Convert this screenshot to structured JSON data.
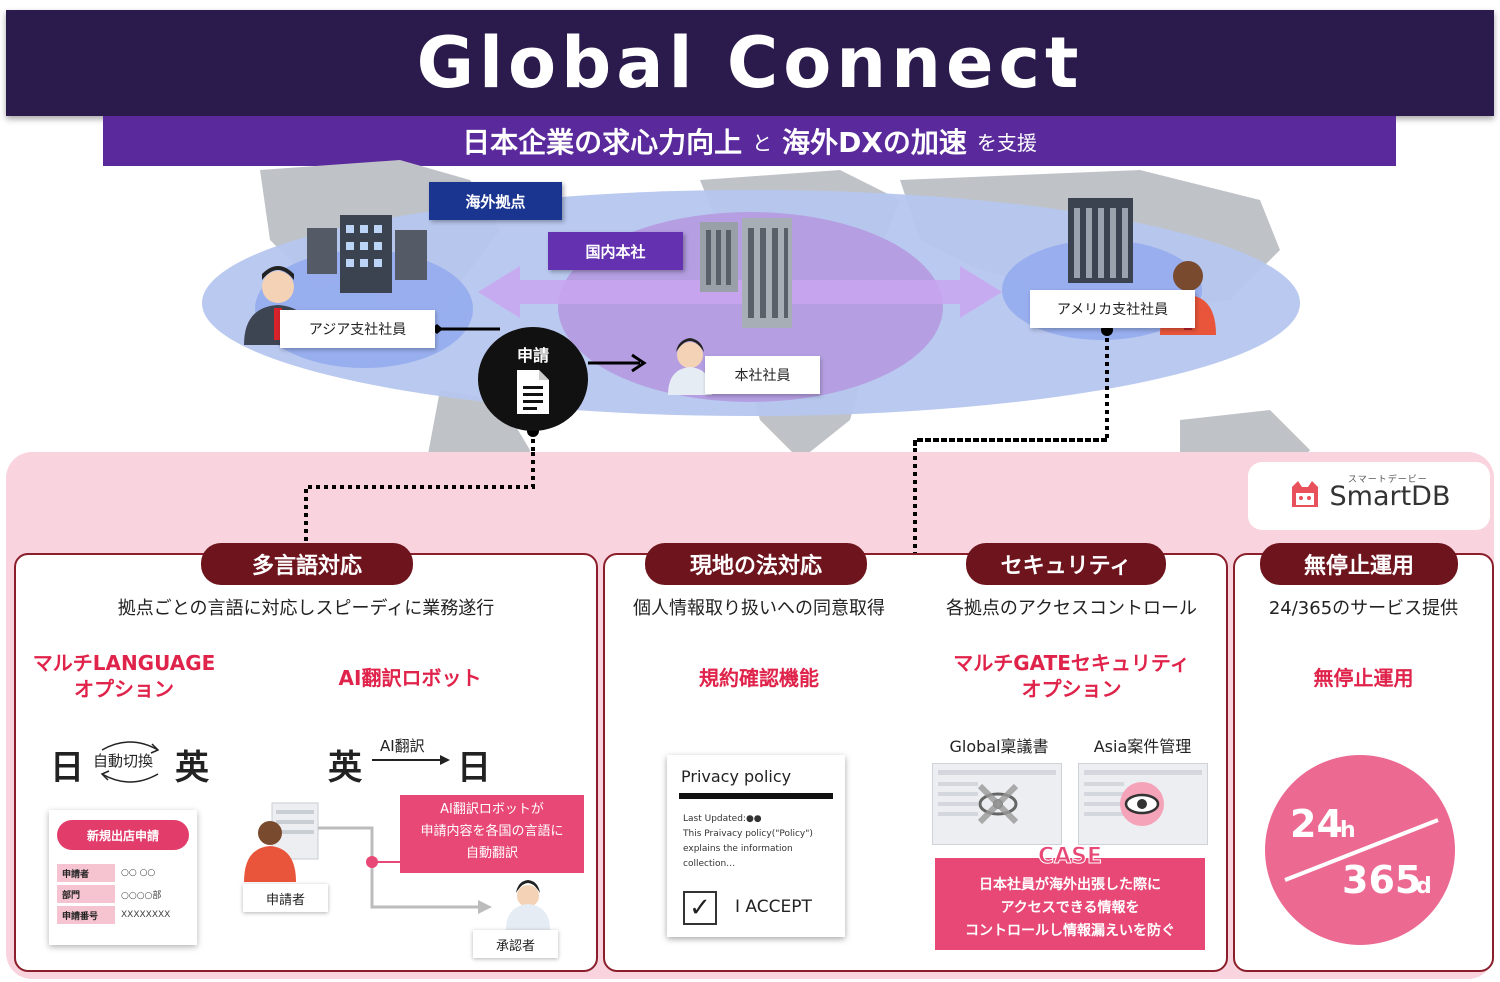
{
  "header": {
    "title": "Global Connect",
    "subtitle_part1": "日本企業の求心力向上",
    "subtitle_conj1": "と",
    "subtitle_part2": "海外DXの加速",
    "subtitle_conj2": "を支援"
  },
  "map": {
    "tag_overseas": "海外拠点",
    "tag_hq": "国内本社",
    "label_asia": "アジア支社社員",
    "label_hq": "本社社員",
    "label_america": "アメリカ支社社員",
    "apply_label": "申請"
  },
  "brand": {
    "name": "SmartDB",
    "kana": "スマートデービー"
  },
  "sections": {
    "multilang": {
      "title": "多言語対応",
      "desc": "拠点ごとの言語に対応しスピーディに業務遂行",
      "feature1_line1": "マルチLANGUAGE",
      "feature1_line2": "オプション",
      "feature2": "AI翻訳ロボット",
      "jp": "日",
      "en": "英",
      "auto_switch": "自動切換",
      "ai_translate": "AI翻訳",
      "form": {
        "title": "新規出店申請",
        "rows": [
          {
            "key": "申請者",
            "value": "○○ ○○"
          },
          {
            "key": "部門",
            "value": "○○○○部"
          },
          {
            "key": "申請番号",
            "value": "XXXXXXXX"
          }
        ]
      },
      "ai_note_line1": "AI翻訳ロボットが",
      "ai_note_line2": "申請内容を各国の言語に",
      "ai_note_line3": "自動翻訳",
      "applicant": "申請者",
      "approver": "承認者"
    },
    "legal": {
      "title": "現地の法対応",
      "desc": "個人情報取り扱いへの同意取得",
      "feature": "規約確認機能",
      "privacy_title": "Privacy policy",
      "privacy_line1": "Last Updated:●●",
      "privacy_line2": "This Praivacy policy(\"Policy\")",
      "privacy_line3": "explains the information",
      "privacy_line4": "collection…",
      "privacy_check": "✓",
      "privacy_accept": "I ACCEPT"
    },
    "security": {
      "title": "セキュリティ",
      "desc": "各拠点のアクセスコントロール",
      "feature_line1": "マルチGATEセキュリティ",
      "feature_line2": "オプション",
      "window1": "Global稟議書",
      "window2": "Asia案件管理",
      "case_title": "CASE",
      "case_line1": "日本社員が海外出張した際に",
      "case_line2": "アクセスできる情報を",
      "case_line3": "コントロールし情報漏えいを防ぐ"
    },
    "nonstop": {
      "title": "無停止運用",
      "desc": "24/365のサービス提供",
      "feature": "無停止運用",
      "clock_hours": "24",
      "clock_h": "h",
      "clock_days": "365",
      "clock_d": "d"
    }
  },
  "colors": {
    "header_bg": "#2b1a4c",
    "subtitle_bg": "#5a2a9c",
    "pink_panel": "#f9d3dd",
    "pill": "#6e141d",
    "accent": "#e0234a"
  }
}
